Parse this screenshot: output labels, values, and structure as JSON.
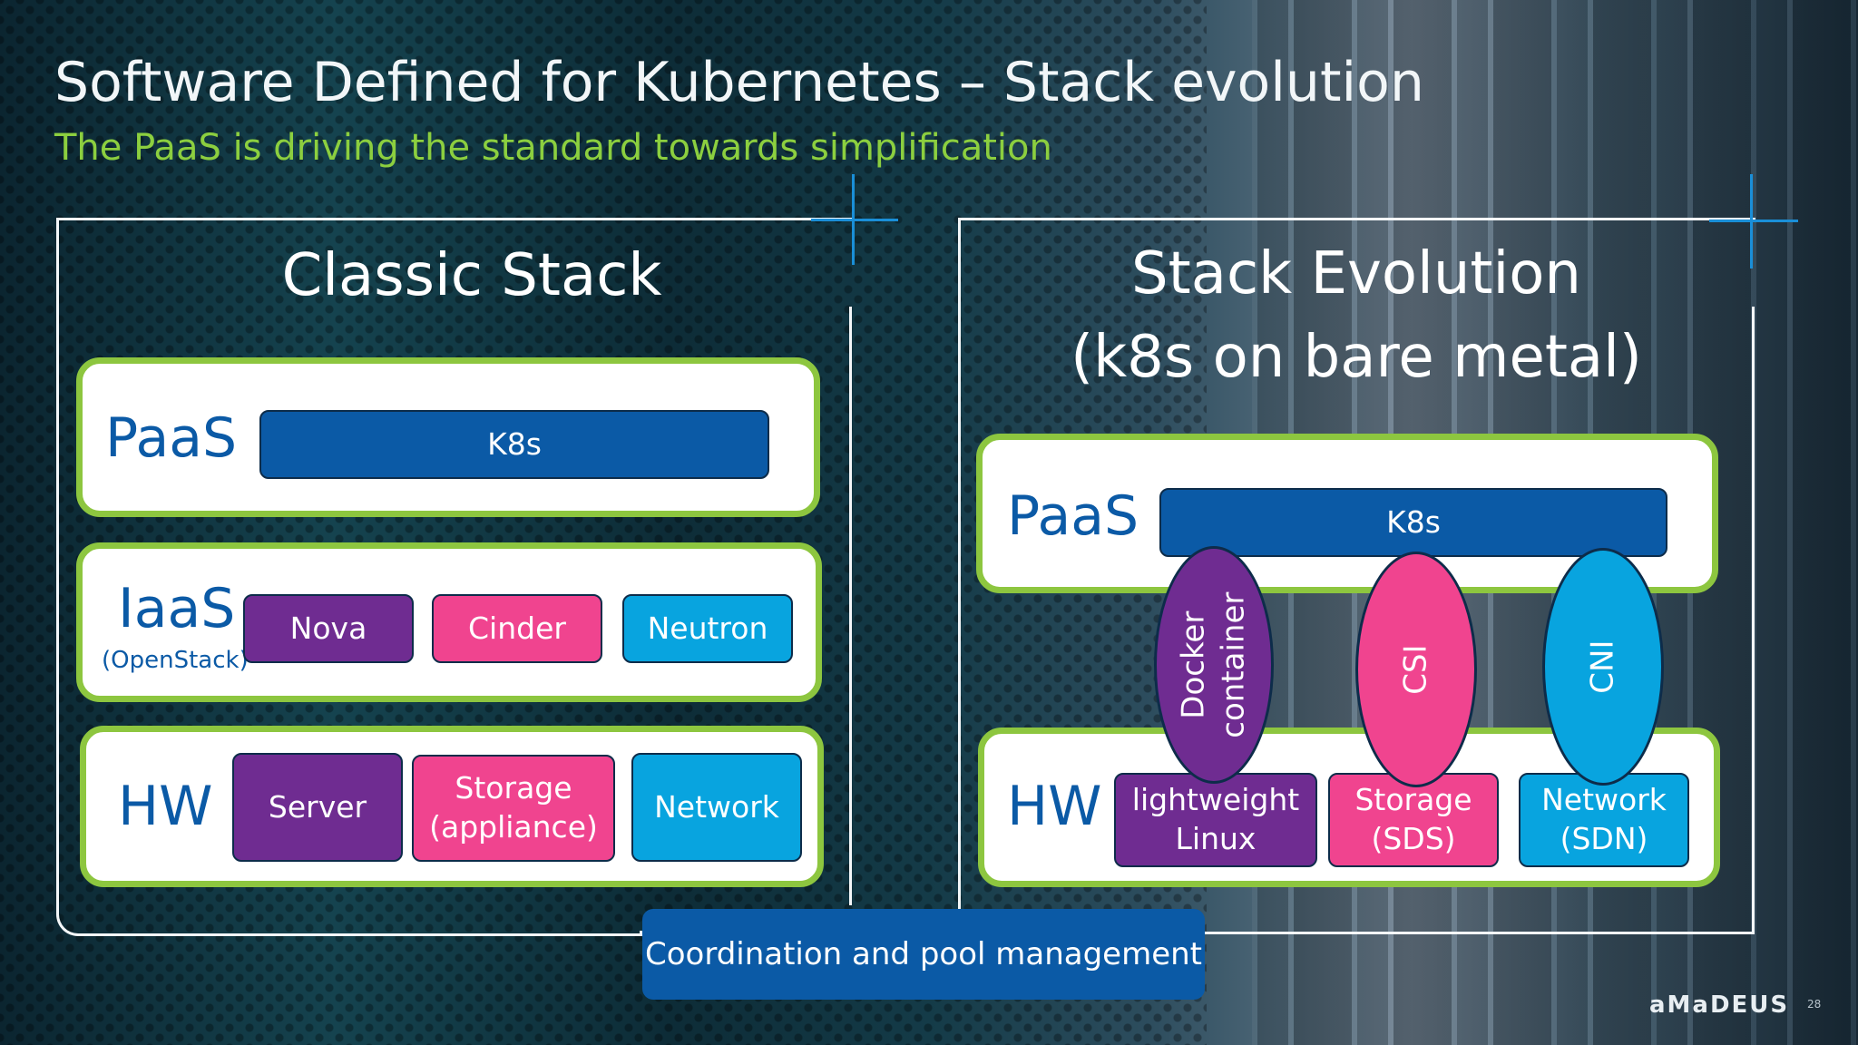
{
  "header": {
    "title": "Software Defined for Kubernetes – Stack evolution",
    "subtitle": "The PaaS is driving the standard towards simplification"
  },
  "classic": {
    "title": "Classic Stack",
    "paas": {
      "label": "PaaS",
      "k8s": "K8s"
    },
    "iaas": {
      "label": "IaaS",
      "sub": "(OpenStack)",
      "items": [
        "Nova",
        "Cinder",
        "Neutron"
      ]
    },
    "hw": {
      "label": "HW",
      "items": [
        "Server",
        "Storage\n(appliance)",
        "Network"
      ]
    }
  },
  "evolution": {
    "title_line1": "Stack Evolution",
    "title_line2": "(k8s on bare metal)",
    "paas": {
      "label": "PaaS",
      "k8s": "K8s"
    },
    "ovals": [
      "Docker\ncontainer",
      "CSI",
      "CNI"
    ],
    "hw": {
      "label": "HW",
      "items": [
        "lightweight\nLinux",
        "Storage\n(SDS)",
        "Network\n(SDN)"
      ]
    }
  },
  "coordination": "Coordination and pool management",
  "footer": {
    "logo": "aMaDEUS",
    "page_number": "28"
  },
  "colors": {
    "brand_blue": "#0b5aa6",
    "green_border": "#8dc63f",
    "purple": "#6f2c91",
    "pink": "#f0448f",
    "cyan": "#08a4df",
    "subtitle_green": "#8ccf3f"
  }
}
